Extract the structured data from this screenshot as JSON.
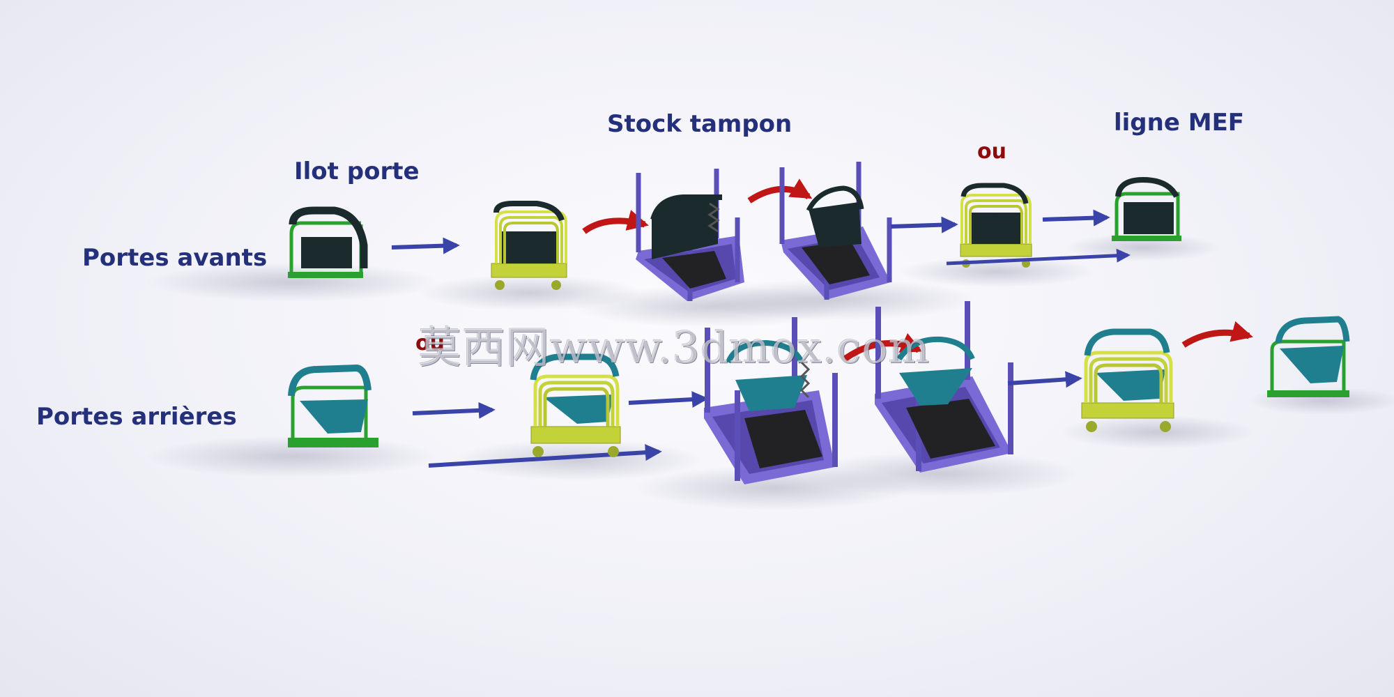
{
  "labels": {
    "ilot_porte": "Ilot porte",
    "stock_tampon": "Stock tampon",
    "ligne_mef": "ligne MEF",
    "ou_top": "ou",
    "ou_bottom": "ou",
    "portes_avants": "Portes avants",
    "portes_arrieres": "Portes arrières"
  },
  "watermark": "莫西网www.3dmox.com",
  "colors": {
    "arrow_blue": "#3a44a8",
    "arrow_red": "#c01616",
    "rack_purple": "#7a6ad6",
    "cart_yellow": "#c4d23a",
    "door_front": "#1b2a2c",
    "door_rear": "#1f7f8e",
    "frame_green": "#2aa12f"
  }
}
